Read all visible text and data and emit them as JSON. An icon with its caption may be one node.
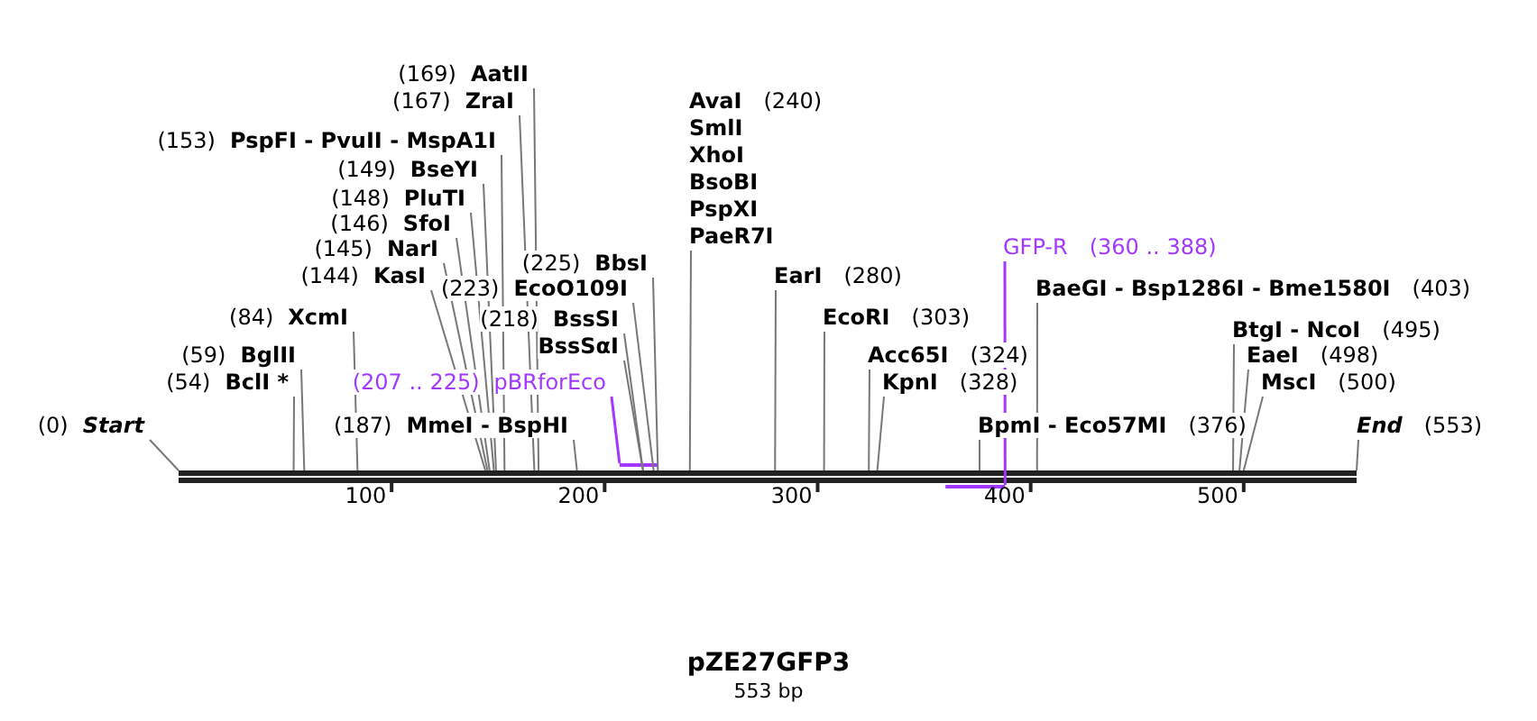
{
  "diagram": {
    "title": "pZE27GFP3",
    "caption": "553 bp",
    "nodes": [
      {
        "text": [
          "(169)",
          "AatII"
        ]
      },
      {
        "text": [
          "(167)",
          "ZraI"
        ]
      },
      {
        "text": [
          "AvaI",
          "(240)",
          "SmlI",
          "XhoI",
          "BsoBI",
          "PspXI",
          "PaeR7I"
        ]
      },
      {
        "text": [
          "(153)",
          "PspFI - PvuII - MspA1I"
        ]
      },
      {
        "text": [
          "(149)",
          "BseYI"
        ]
      },
      {
        "text": [
          "(148)",
          "PluTI"
        ]
      },
      {
        "text": [
          "(146)",
          "SfoI"
        ]
      },
      {
        "text": [
          "(145)",
          "NarI"
        ]
      },
      {
        "text": [
          "GFP-R",
          "(360 .. 388)"
        ]
      },
      {
        "text": [
          "(144)",
          "KasI"
        ]
      },
      {
        "text": [
          "(225)",
          "BbsI"
        ]
      },
      {
        "text": [
          "EarI",
          "(280)"
        ]
      },
      {
        "text": [
          "(223)",
          "EcoO109I"
        ]
      },
      {
        "text": [
          "BaeGI - Bsp1286I - Bme1580I",
          "(403)"
        ]
      },
      {
        "text": [
          "(84)",
          "XcmI"
        ]
      },
      {
        "text": [
          "(218)",
          "BssSI"
        ]
      },
      {
        "text": [
          "EcoRI",
          "(303)"
        ]
      },
      {
        "text": [
          "BtgI - NcoI",
          "(495)"
        ]
      },
      {
        "text": [
          "BssSαI"
        ]
      },
      {
        "text": [
          "(59)",
          "BglII"
        ]
      },
      {
        "text": [
          "Acc65I",
          "(324)"
        ]
      },
      {
        "text": [
          "EaeI",
          "(498)"
        ]
      },
      {
        "text": [
          "(54)",
          "BclI *"
        ]
      },
      {
        "text": [
          "(207 .. 225)",
          "pBRforEco"
        ]
      },
      {
        "text": [
          "KpnI",
          "(328)"
        ]
      },
      {
        "text": [
          "MscI",
          "(500)"
        ]
      },
      {
        "text": [
          "(0)",
          "Start"
        ]
      },
      {
        "text": [
          "(187)",
          "MmeI - BspHI"
        ]
      },
      {
        "text": [
          "BpmI - Eco57MI",
          "(376)"
        ]
      },
      {
        "text": [
          "End",
          "(553)"
        ]
      },
      {
        "text": [],
        "shape": "bar"
      },
      {
        "text": [],
        "shape": "bar"
      },
      {
        "text": [],
        "shape": "bar"
      }
    ],
    "edges": [
      {
        "from": 0,
        "to": 30,
        "arrow": "none"
      },
      {
        "from": 1,
        "to": 30,
        "arrow": "none"
      },
      {
        "from": 2,
        "to": 30,
        "arrow": "none"
      },
      {
        "from": 3,
        "to": 30,
        "arrow": "none"
      },
      {
        "from": 4,
        "to": 30,
        "arrow": "none"
      },
      {
        "from": 5,
        "to": 30,
        "arrow": "none"
      },
      {
        "from": 6,
        "to": 30,
        "arrow": "none"
      },
      {
        "from": 7,
        "to": 30,
        "arrow": "none"
      },
      {
        "from": 8,
        "to": 32,
        "arrow": "none",
        "color": "#a238ff"
      },
      {
        "from": 9,
        "to": 30,
        "arrow": "none"
      },
      {
        "from": 10,
        "to": 30,
        "arrow": "none"
      },
      {
        "from": 11,
        "to": 30,
        "arrow": "none"
      },
      {
        "from": 12,
        "to": 30,
        "arrow": "none"
      },
      {
        "from": 13,
        "to": 30,
        "arrow": "none"
      },
      {
        "from": 14,
        "to": 30,
        "arrow": "none"
      },
      {
        "from": 15,
        "to": 30,
        "arrow": "none"
      },
      {
        "from": 16,
        "to": 30,
        "arrow": "none"
      },
      {
        "from": 17,
        "to": 30,
        "arrow": "none"
      },
      {
        "from": 18,
        "to": 30,
        "arrow": "none"
      },
      {
        "from": 19,
        "to": 30,
        "arrow": "none"
      },
      {
        "from": 20,
        "to": 30,
        "arrow": "none"
      },
      {
        "from": 21,
        "to": 30,
        "arrow": "none"
      },
      {
        "from": 22,
        "to": 30,
        "arrow": "none"
      },
      {
        "from": 23,
        "to": 31,
        "arrow": "none",
        "color": "#a238ff"
      },
      {
        "from": 24,
        "to": 30,
        "arrow": "none"
      },
      {
        "from": 25,
        "to": 30,
        "arrow": "none"
      },
      {
        "from": 26,
        "to": 30,
        "arrow": "none"
      },
      {
        "from": 27,
        "to": 30,
        "arrow": "none"
      },
      {
        "from": 28,
        "to": 30,
        "arrow": "none"
      },
      {
        "from": 29,
        "to": 30,
        "arrow": "none"
      }
    ],
    "labels": [
      "100",
      "200",
      "300",
      "400",
      "500"
    ]
  }
}
